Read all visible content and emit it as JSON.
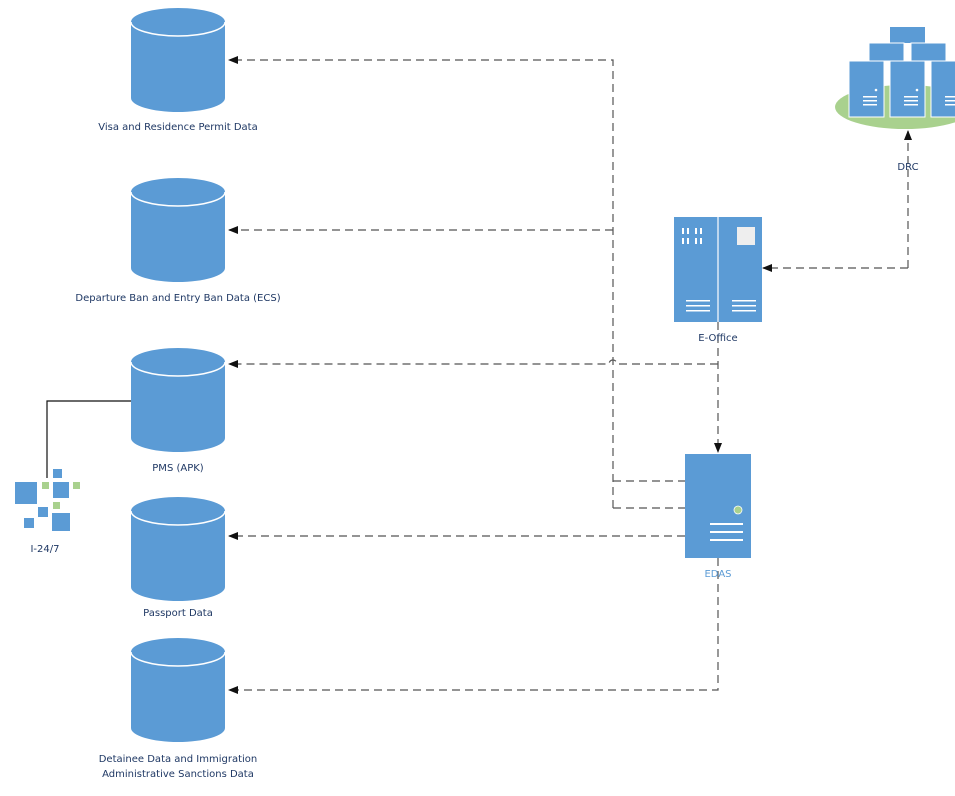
{
  "nodes": {
    "visa": {
      "label": "Visa and Residence Permit Data",
      "icon": "database-icon"
    },
    "departure": {
      "label": "Departure Ban and Entry Ban Data (ECS)",
      "icon": "database-icon"
    },
    "pms": {
      "label": "PMS (APK)",
      "icon": "database-icon"
    },
    "passport": {
      "label": "Passport Data",
      "icon": "database-icon"
    },
    "detainee": {
      "label_line1": "Detainee Data and Immigration",
      "label_line2": "Administrative Sanctions Data",
      "icon": "database-icon"
    },
    "i247": {
      "label": "I-24/7",
      "icon": "network-squares-icon"
    },
    "eoffice": {
      "label": "E-Office",
      "icon": "server-rack-icon"
    },
    "edas": {
      "label": "EDAS",
      "icon": "server-icon"
    },
    "drc": {
      "label": "DRC",
      "icon": "server-farm-icon"
    }
  },
  "colors": {
    "shape": "#5b9bd5",
    "accent_green": "#a9d18e",
    "label": "#1f3864",
    "edas_label": "#5b9bd5",
    "connector": "#555555"
  }
}
